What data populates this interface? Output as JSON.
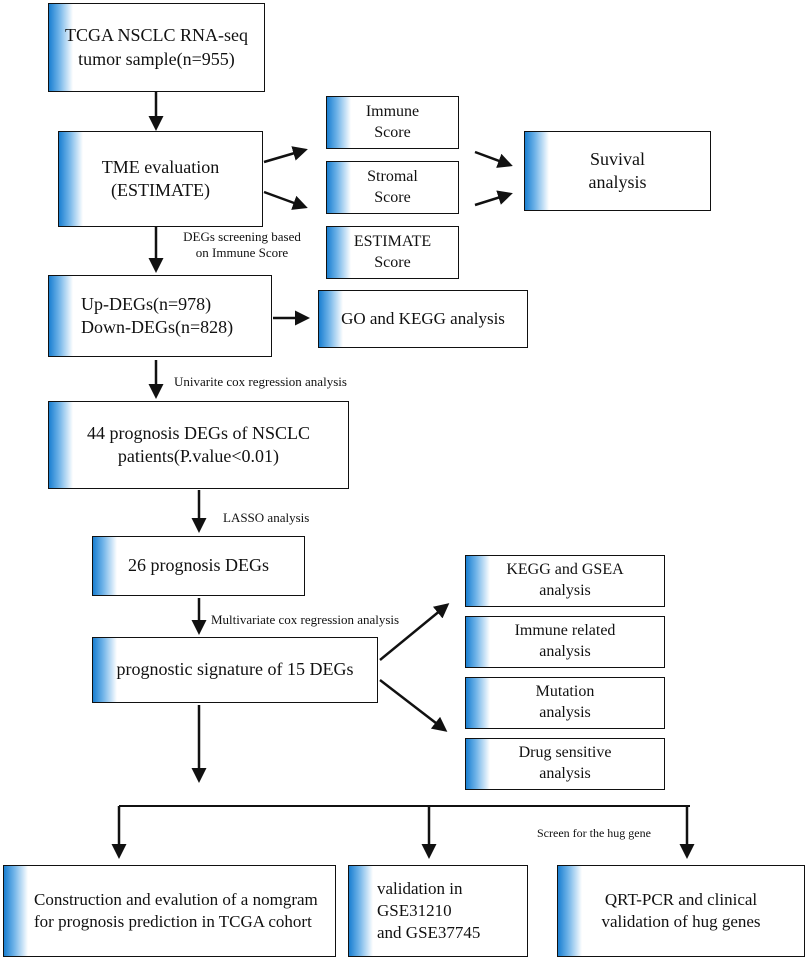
{
  "boxes": {
    "tcga": "TCGA NSCLC  RNA-seq\ntumor sample(n=955)",
    "tme": "TME evaluation\n(ESTIMATE)",
    "immune": "Immune\nScore",
    "stromal": "Stromal\nScore",
    "estimate": "ESTIMATE\nScore",
    "survival": "Suvival\nanalysis",
    "degs": "Up-DEGs(n=978)\nDown-DEGs(n=828)",
    "gokegg": "GO and KEGG analysis",
    "prog44": "44  prognosis DEGs  of  NSCLC\npatients(P.value<0.01)",
    "prog26": "26  prognosis DEGs",
    "signature": "prognostic signature of 15 DEGs",
    "kegg_gsea": "KEGG and GSEA\nanalysis",
    "immune_rel": "Immune related\nanalysis",
    "mutation": "Mutation\nanalysis",
    "drug": "Drug sensitive\nanalysis",
    "nomogram": "Construction and evalution of a nomgram\nfor prognosis prediction in TCGA cohort",
    "validation": "validation in GSE31210\nand GSE37745",
    "qrtpcr": "QRT-PCR and clinical\nvalidation  of  hug genes"
  },
  "labels": {
    "degs_screening": "DEGs screening  based\non  Immune  Score",
    "univariate": "Univarite cox regression analysis",
    "lasso": "LASSO analysis",
    "multivariate": "Multivariate cox regression analysis",
    "screen_hug": "Screen for  the hug gene"
  },
  "colors": {
    "accent_blue": "#1a7fd1",
    "border": "#111111"
  }
}
